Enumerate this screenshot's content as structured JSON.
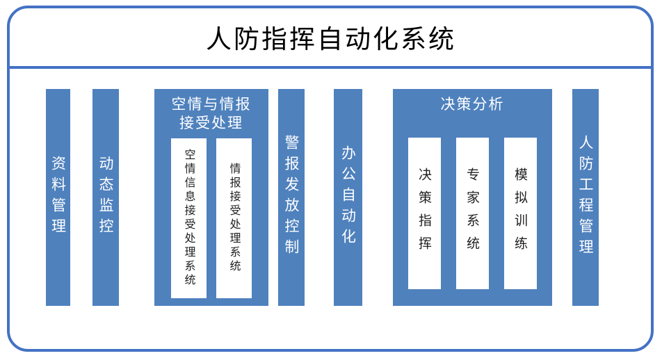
{
  "title": "人防指挥自动化系统",
  "colors": {
    "primary": "#4f81bd",
    "frame": "#4472c4",
    "inner_box_bg": "#ffffff",
    "inner_box_text": "#1f1f1f"
  },
  "bars": {
    "data_management": "资料管理",
    "dynamic_monitoring": "动态监控",
    "alarm_release_control": "警报发放控制",
    "office_automation": "办公自动化",
    "civil_defense_engineering_management": "人防工程管理"
  },
  "groups": {
    "air_intel": {
      "header_line1": "空情与情报",
      "header_line2": "接受处理",
      "children": {
        "air_info_processing": "空情信息接受处理系统",
        "intel_processing": "情报接受处理系统"
      }
    },
    "decision_analysis": {
      "header": "决策分析",
      "children": {
        "decision_command": "决策指挥",
        "expert_system": "专家系统",
        "simulation_training": "模拟训练"
      }
    }
  }
}
